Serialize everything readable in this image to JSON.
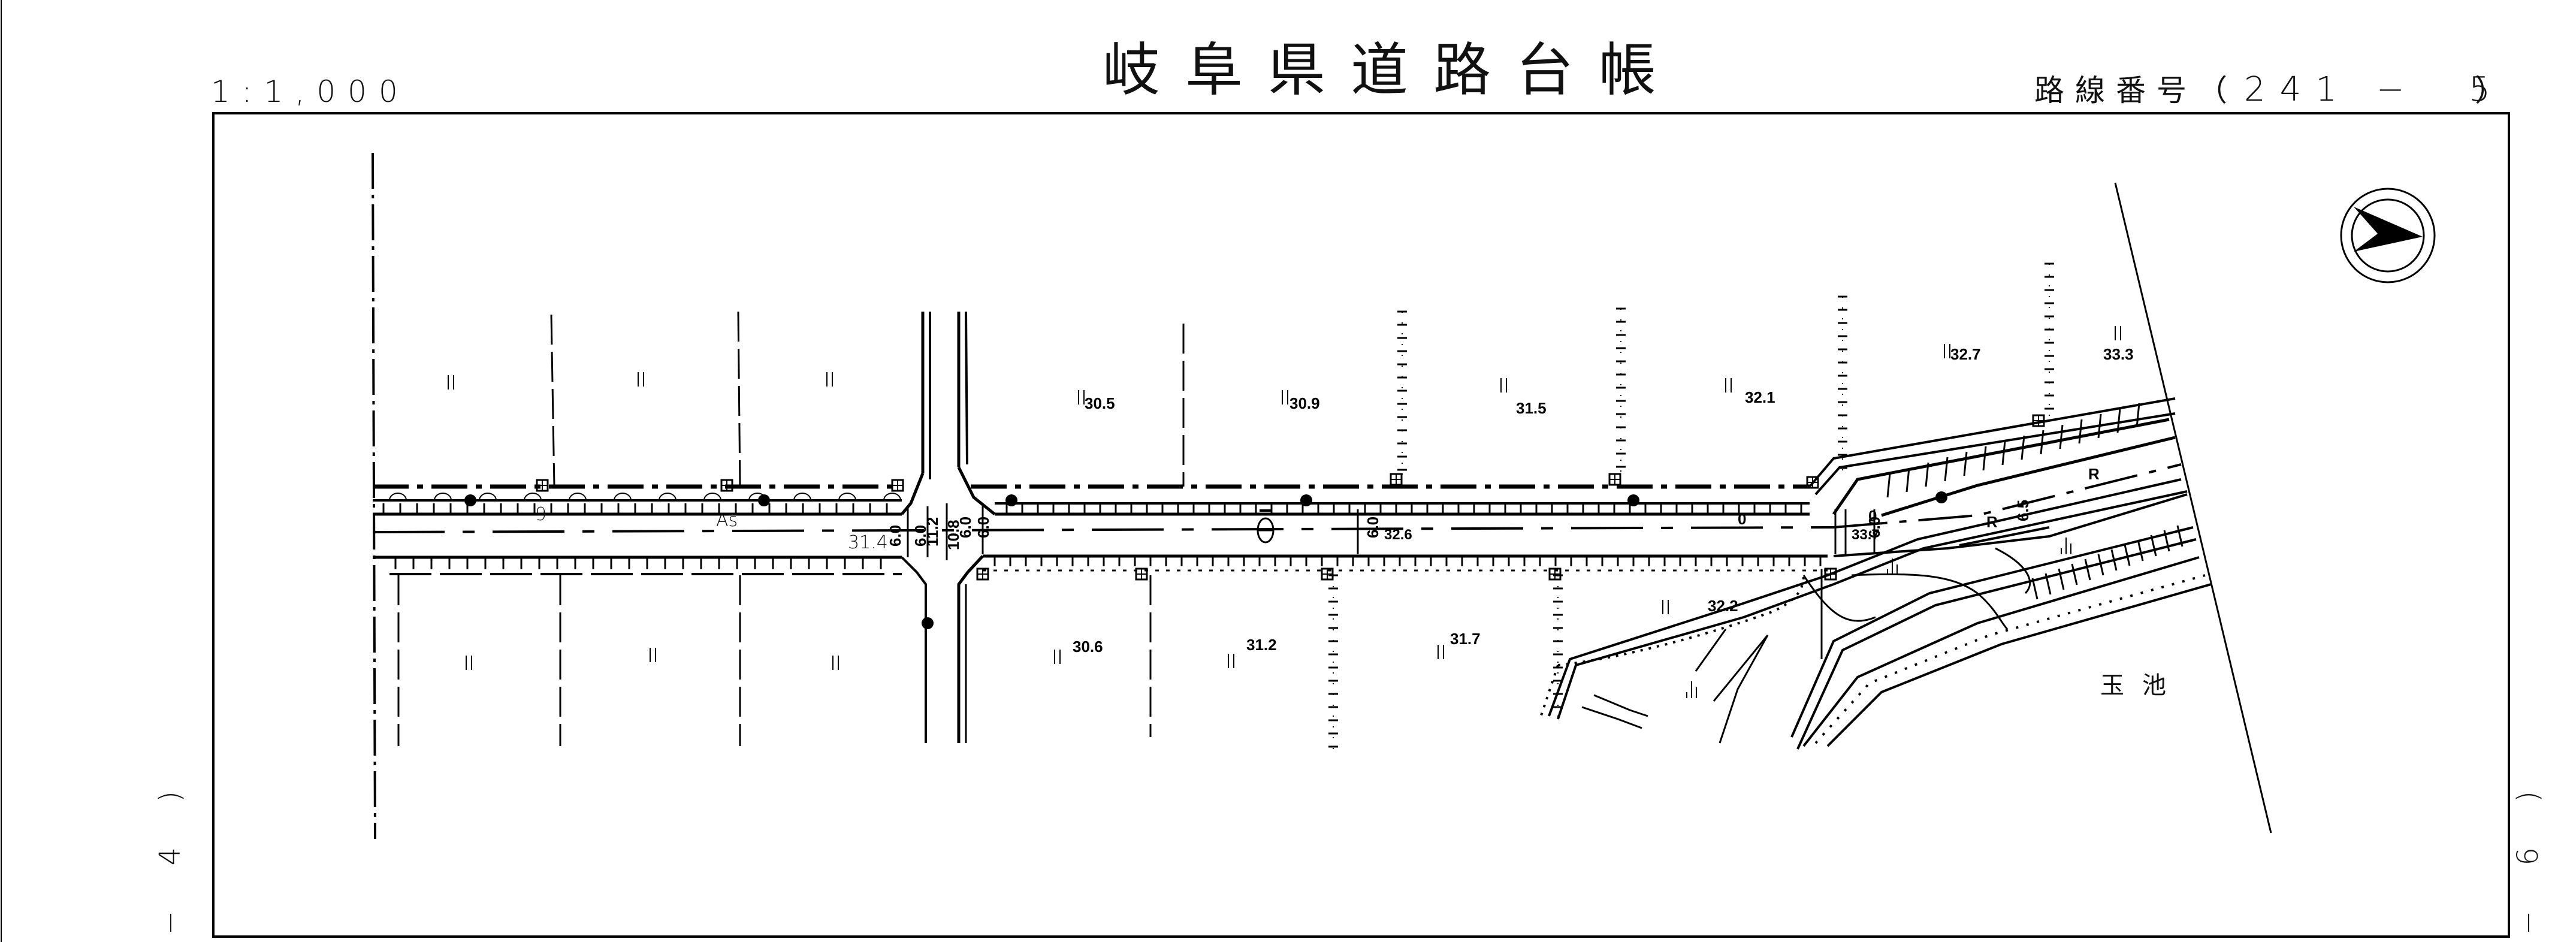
{
  "header": {
    "scale": "1:1,000",
    "title": "岐阜県道路台帳",
    "route_label": "路線番号（",
    "route_number": "241 −  5",
    "route_close": "）"
  },
  "margins": {
    "left_page_ref": "− 4 )",
    "right_page_ref": "− 6 )"
  },
  "north_arrow": {
    "direction": "east"
  },
  "map": {
    "surface_label": "As",
    "pond_label": "玉池",
    "land_use_symbol": "||",
    "paddy_symbol": "ıl|",
    "road_marker_9": "9",
    "intersection_dimensions": [
      "6.0",
      "6.0",
      "11.2",
      "10.8",
      "6.0",
      "6.0"
    ],
    "road_width_labels": [
      "6.0",
      "6.0",
      "6.5"
    ],
    "curve_labels": [
      "R",
      "R"
    ],
    "centerline_labels": [
      "0",
      "0"
    ],
    "elevations": {
      "north": [
        "30.5",
        "30.9",
        "31.5",
        "32.1",
        "32.7",
        "33.3"
      ],
      "south": [
        "30.6",
        "31.2",
        "31.7",
        "32.2"
      ],
      "road": [
        "31.4",
        "32.6",
        "33.7"
      ]
    }
  }
}
